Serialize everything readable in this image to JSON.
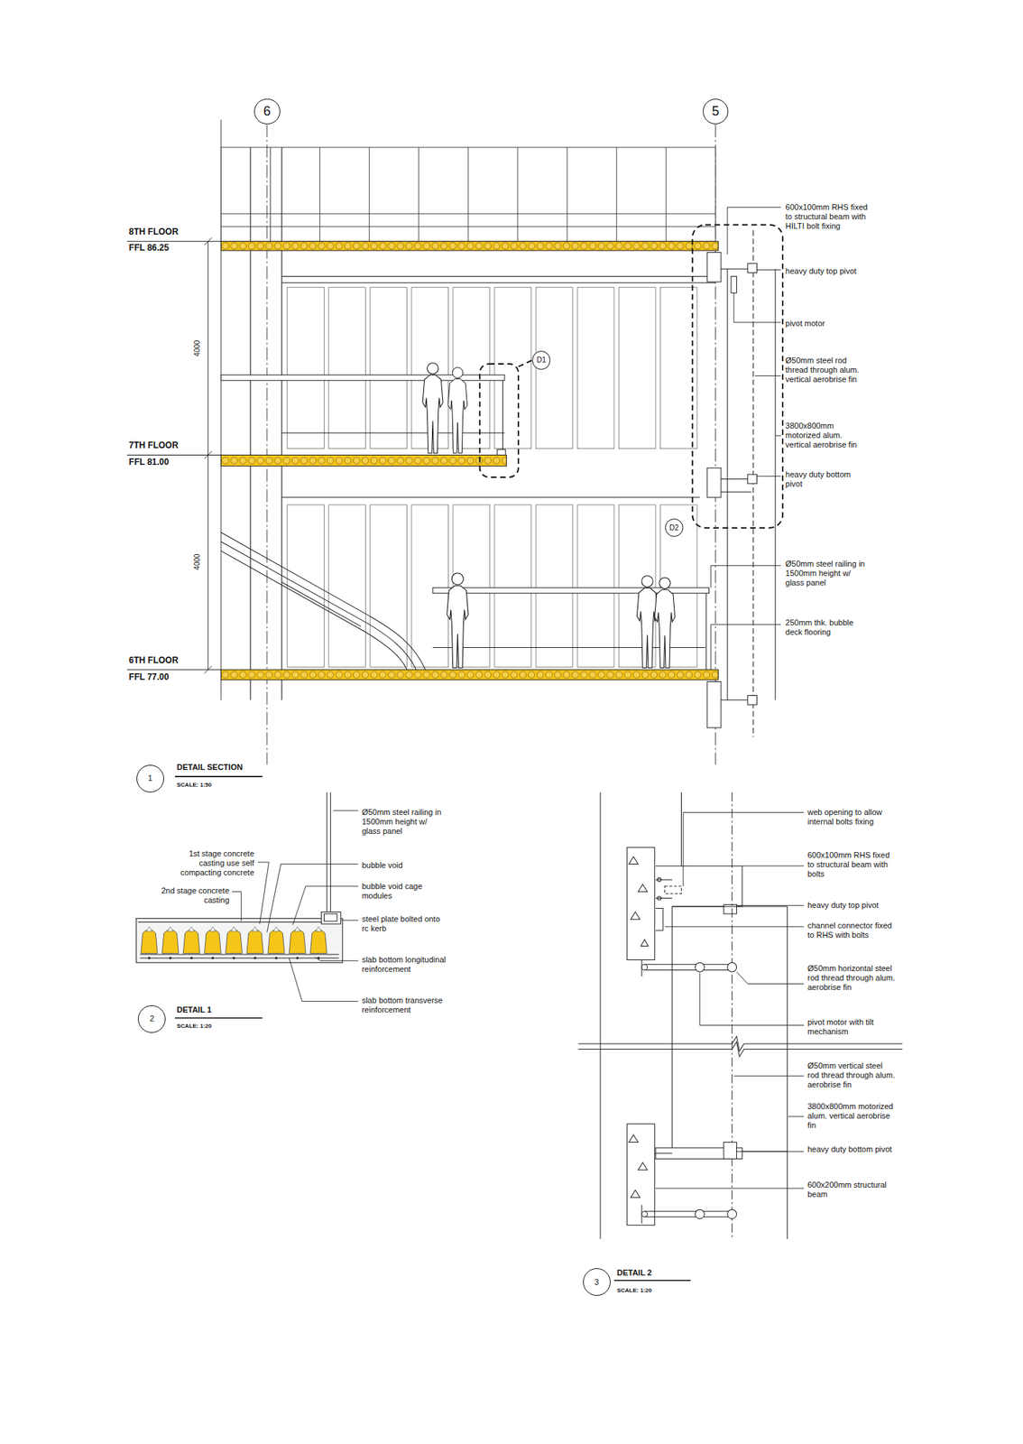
{
  "diagram": {
    "nodes": [
      {
        "text": [
          "6"
        ]
      },
      {
        "text": [
          "5"
        ]
      },
      {
        "text": [
          "D1"
        ]
      },
      {
        "text": [
          "D2"
        ]
      },
      {
        "text": [
          "1"
        ]
      },
      {
        "text": [
          "2"
        ]
      },
      {
        "text": [
          "3"
        ]
      }
    ],
    "labels": [
      "8TH FLOOR",
      "FFL 86.25",
      "7TH FLOOR",
      "FFL 81.00",
      "6TH FLOOR",
      "FFL 77.00",
      "4000",
      "4000",
      "600x100mm RHS fixed to structural beam with HILTI bolt fixing",
      "heavy duty top pivot",
      "pivot motor",
      "Ø50mm steel rod thread through alum. vertical aerobrise fin",
      "3800x800mm motorized alum. vertical aerobrise fin",
      "heavy duty bottom pivot",
      "Ø50mm steel railing in 1500mm height w/ glass panel",
      "250mm thk. bubble deck flooring",
      "DETAIL SECTION",
      "SCALE: 1:50",
      "1st stage concrete casting use self compacting concrete",
      "2nd stage concrete casting",
      "Ø50mm steel railing in 1500mm height w/ glass panel",
      "bubble void",
      "bubble void cage modules",
      "steel plate bolted onto rc kerb",
      "slab bottom longitudinal reinforcement",
      "slab bottom transverse reinforcement",
      "DETAIL 1",
      "SCALE: 1:20",
      "web opening to allow internal bolts fixing",
      "600x100mm RHS fixed to structural beam with bolts",
      "heavy duty top pivot",
      "channel connector fixed to RHS with bolts",
      "Ø50mm horizontal steel rod thread through alum. aerobrise fin",
      "pivot motor with tilt mechanism",
      "Ø50mm vertical steel rod thread through alum. aerobrise fin",
      "3800x800mm motorized alum. vertical aerobrise fin",
      "heavy duty bottom pivot",
      "600x200mm structural beam",
      "DETAIL 2",
      "SCALE: 1:20"
    ]
  }
}
